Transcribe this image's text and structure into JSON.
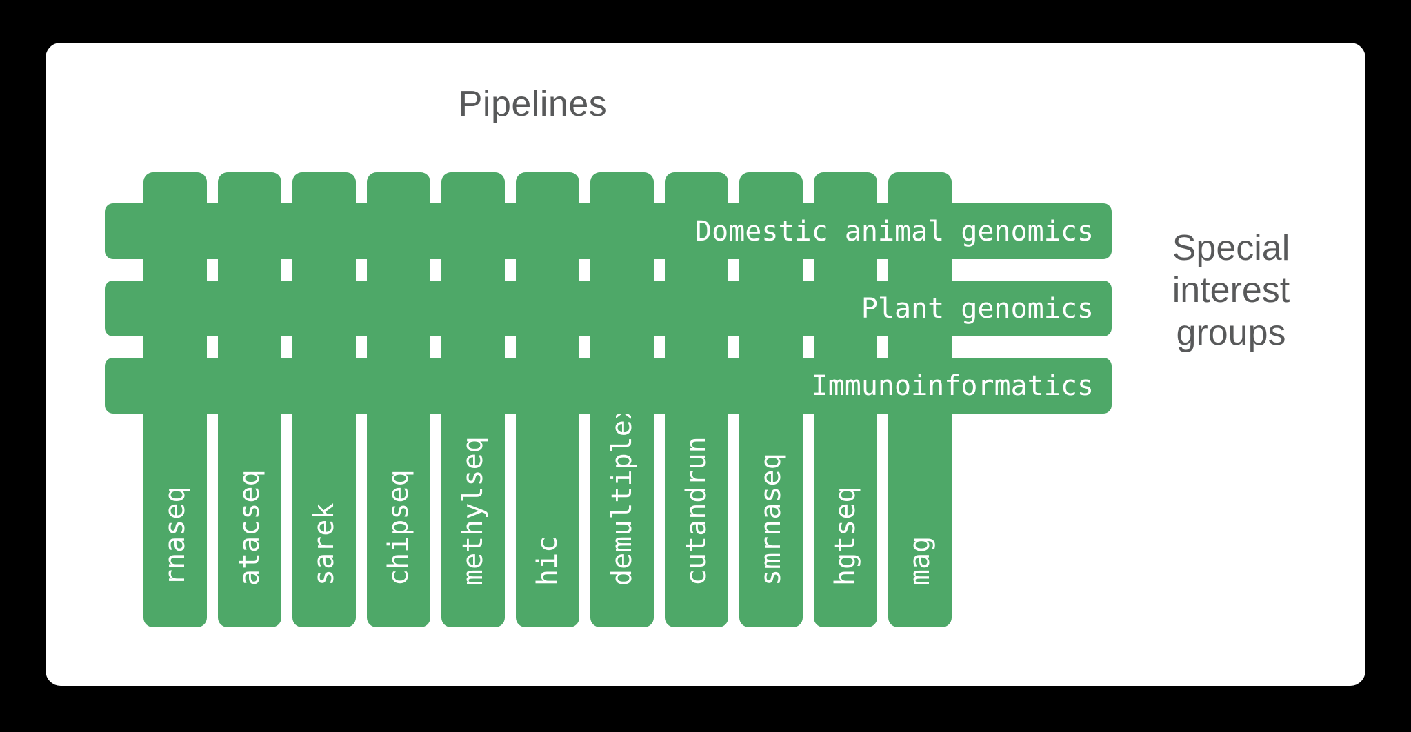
{
  "diagram": {
    "title": "Pipelines",
    "side_label_lines": [
      "Special",
      "interest",
      "groups"
    ],
    "accent_color": "#4ea868",
    "text_color_on_accent": "#ffffff",
    "label_gray": "#58595a",
    "card_background": "#ffffff",
    "page_background": "#000000",
    "pipelines": [
      {
        "name": "rnaseq"
      },
      {
        "name": "atacseq"
      },
      {
        "name": "sarek"
      },
      {
        "name": "chipseq"
      },
      {
        "name": "methylseq"
      },
      {
        "name": "hic"
      },
      {
        "name": "demultiplex"
      },
      {
        "name": "cutandrun"
      },
      {
        "name": "smrnaseq"
      },
      {
        "name": "hgtseq"
      },
      {
        "name": "mag"
      }
    ],
    "special_interest_groups": [
      {
        "name": "Domestic animal genomics"
      },
      {
        "name": "Plant genomics"
      },
      {
        "name": "Immunoinformatics"
      }
    ]
  }
}
